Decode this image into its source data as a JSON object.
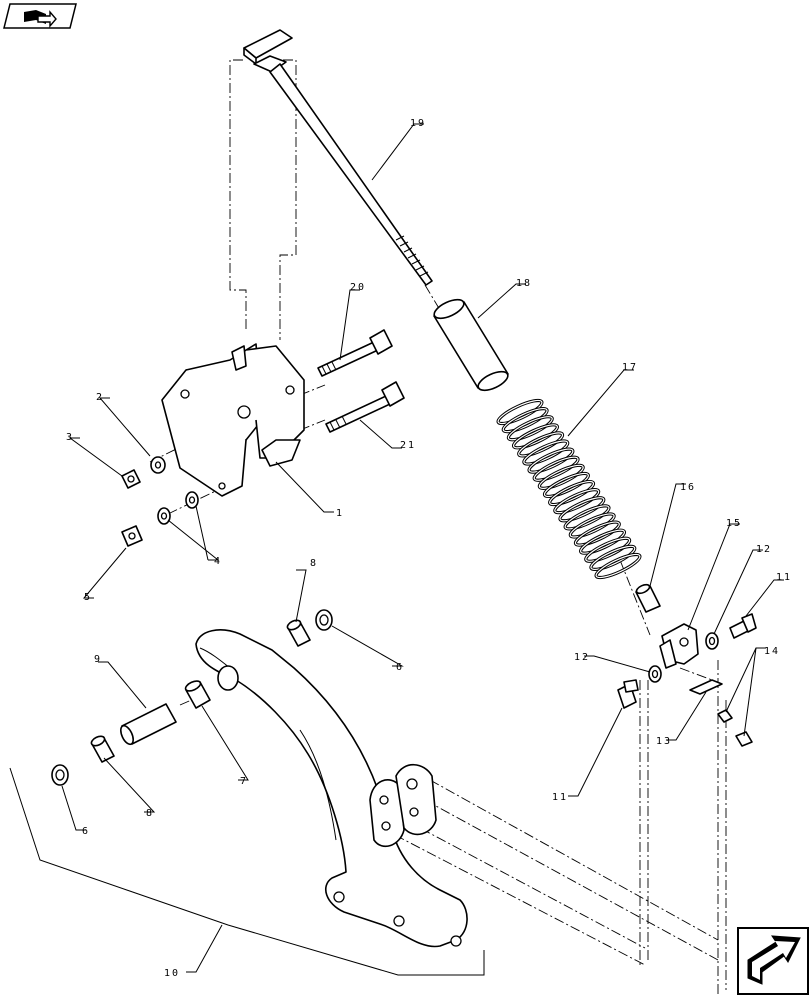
{
  "diagram": {
    "callouts": [
      {
        "id": "c1",
        "text": "1"
      },
      {
        "id": "c2",
        "text": "2"
      },
      {
        "id": "c3",
        "text": "3"
      },
      {
        "id": "c4",
        "text": "4"
      },
      {
        "id": "c5",
        "text": "5"
      },
      {
        "id": "c6a",
        "text": "6"
      },
      {
        "id": "c6b",
        "text": "6"
      },
      {
        "id": "c7",
        "text": "7"
      },
      {
        "id": "c8a",
        "text": "8"
      },
      {
        "id": "c8b",
        "text": "8"
      },
      {
        "id": "c9",
        "text": "9"
      },
      {
        "id": "c10",
        "text": "10"
      },
      {
        "id": "c11a",
        "text": "11"
      },
      {
        "id": "c11b",
        "text": "11"
      },
      {
        "id": "c12a",
        "text": "12"
      },
      {
        "id": "c12b",
        "text": "12"
      },
      {
        "id": "c13",
        "text": "13"
      },
      {
        "id": "c14",
        "text": "14"
      },
      {
        "id": "c15",
        "text": "15"
      },
      {
        "id": "c16",
        "text": "16"
      },
      {
        "id": "c17",
        "text": "17"
      },
      {
        "id": "c18",
        "text": "18"
      },
      {
        "id": "c19",
        "text": "19"
      },
      {
        "id": "c20",
        "text": "20"
      },
      {
        "id": "c21",
        "text": "21"
      }
    ]
  },
  "nav": {
    "top_icon": "book-arrow-icon",
    "bottom_icon": "return-arrow-icon"
  }
}
